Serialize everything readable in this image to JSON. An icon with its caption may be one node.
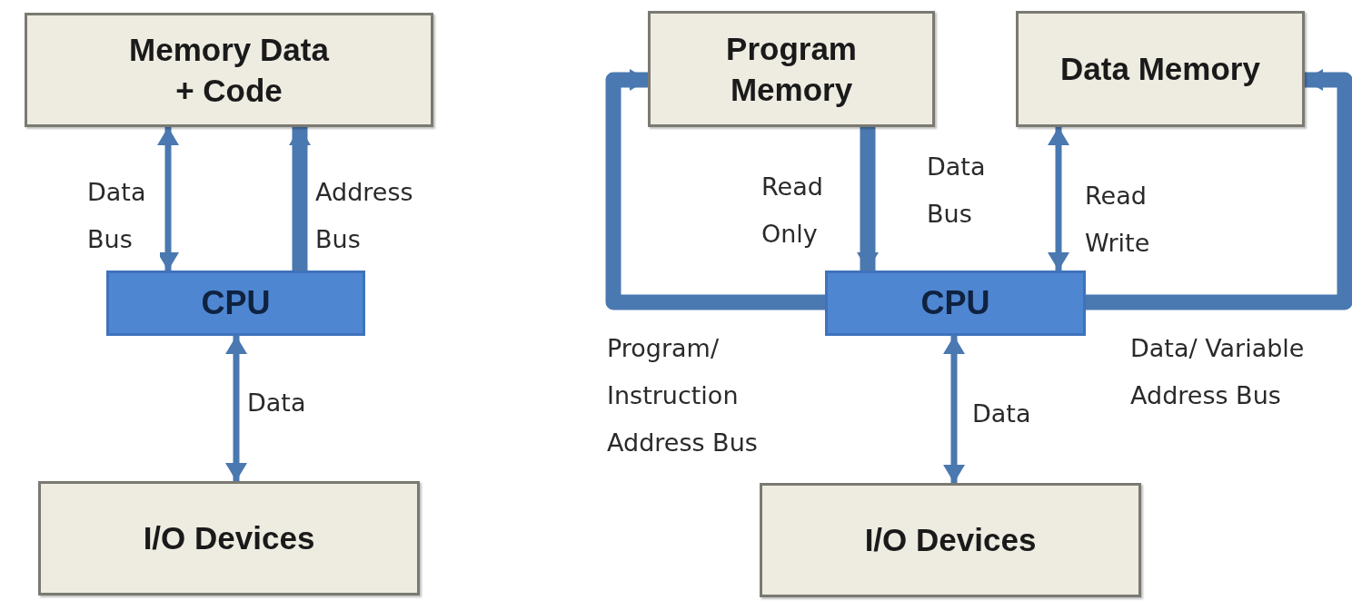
{
  "diagram": {
    "nodes": [
      {
        "text": [
          "Memory Data + Code"
        ]
      },
      {
        "text": [
          "CPU"
        ]
      },
      {
        "text": [
          "I/O Devices"
        ]
      },
      {
        "text": [
          "Program Memory"
        ]
      },
      {
        "text": [
          "Data Memory"
        ]
      },
      {
        "text": [
          "CPU"
        ]
      },
      {
        "text": [
          "I/O Devices"
        ]
      }
    ],
    "edges": [
      {
        "from": 1,
        "to": 0,
        "arrow": "both",
        "label": "Data Bus"
      },
      {
        "from": 1,
        "to": 0,
        "arrow": "to",
        "label": "Address Bus",
        "style": "thick"
      },
      {
        "from": 1,
        "to": 2,
        "arrow": "both",
        "label": "Data"
      },
      {
        "from": 3,
        "to": 5,
        "arrow": "to",
        "label": "Read Only",
        "style": "thick"
      },
      {
        "from": 5,
        "to": 4,
        "arrow": "both",
        "label": "Read Write"
      },
      {
        "from": 5,
        "to": 3,
        "arrow": "to",
        "label": "Program/ Instruction Address Bus",
        "style": "thick"
      },
      {
        "from": 5,
        "to": 4,
        "arrow": "to",
        "label": "Data/ Variable Address Bus",
        "style": "thick"
      },
      {
        "from": 5,
        "to": 6,
        "arrow": "both",
        "label": "Data"
      }
    ],
    "labels": [
      "Data Bus"
    ]
  }
}
